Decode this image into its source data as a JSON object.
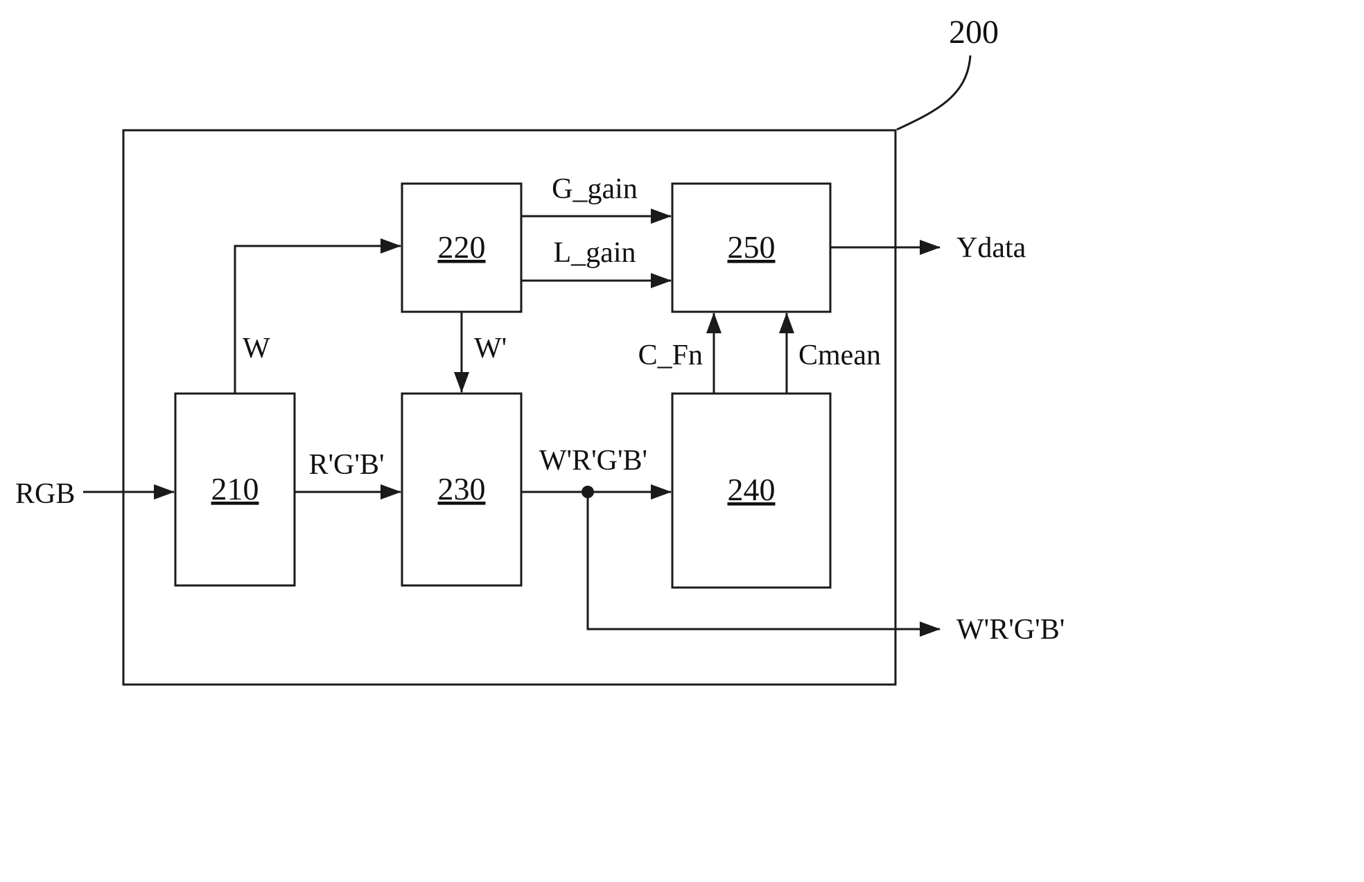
{
  "diagram": {
    "reference_label": "200",
    "blocks": [
      "210",
      "220",
      "230",
      "240",
      "250"
    ],
    "signals": {
      "input": "RGB",
      "w": "W",
      "w_prime": "W'",
      "g_gain": "G_gain",
      "l_gain": "L_gain",
      "r_g_b_prime": "R'G'B'",
      "w_r_g_b_prime": "W'R'G'B'",
      "c_fn": "C_Fn",
      "cmean": "Cmean",
      "ydata": "Ydata",
      "w_r_g_b_prime_out": "W'R'G'B'"
    }
  }
}
